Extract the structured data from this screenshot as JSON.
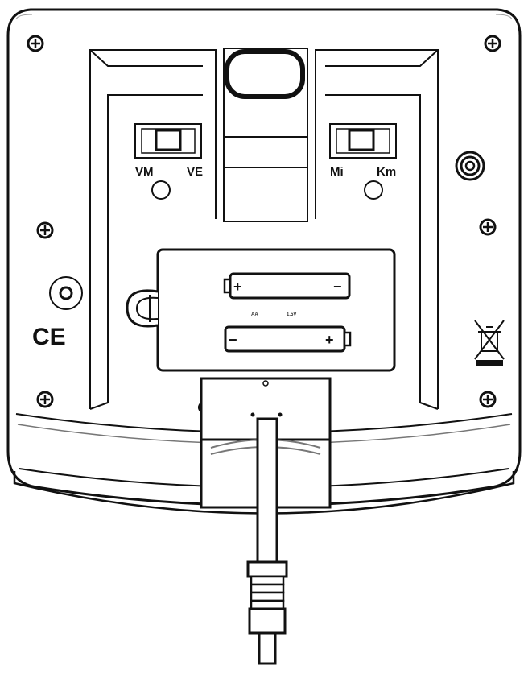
{
  "labels": {
    "switch_left_a": "VM",
    "switch_left_b": "VE",
    "switch_right_a": "Mi",
    "switch_right_b": "Km",
    "battery_type": "AA",
    "battery_voltage": "1.5V",
    "battery_plus": "+",
    "battery_minus": "−",
    "ce_mark": "CE"
  },
  "icons": [
    "screw-icon",
    "speaker-grille-icon",
    "reset-button-icon",
    "weee-bin-icon",
    "battery-icon",
    "ce-mark-icon",
    "dc-plug-icon"
  ]
}
